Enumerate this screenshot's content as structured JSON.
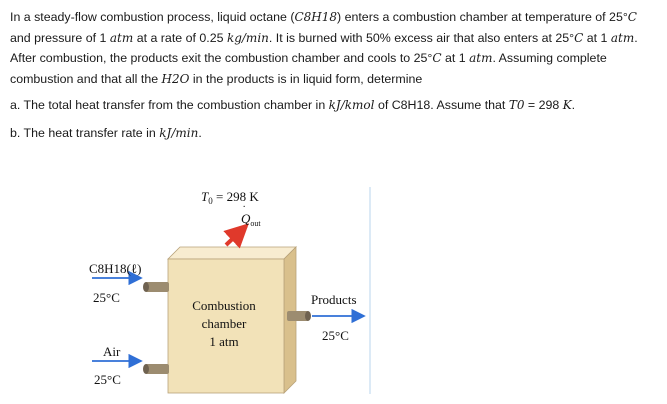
{
  "problem": {
    "paragraph": {
      "t1": "In a steady-flow combustion process, liquid octane (",
      "m_fuel": "C8H18",
      "t2": ") enters a combustion chamber at temperature of 25°",
      "m_c1": "C",
      "t3": " and pressure of 1 ",
      "m_atm1": "atm",
      "t4": " at a rate of 0.25 ",
      "m_rate": "kg/min",
      "t5": ". It is burned with 50% excess air that also enters at 25°",
      "m_c2": "C",
      "t6": " at 1 ",
      "m_atm2": "atm",
      "t7": ". After combustion, the products exit the combustion chamber and cools to 25°",
      "m_c3": "C",
      "t8": " at 1 ",
      "m_atm3": "atm",
      "t9": ". Assuming complete combustion and that all the ",
      "m_h2o": "H2O",
      "t10": " in the products is in liquid form, determine"
    },
    "part_a": {
      "t1": "a. The total heat transfer from the combustion chamber in ",
      "m_unit": "kJ/kmol",
      "t2": " of C8H18. Assume that ",
      "m_t0": "T0",
      "t3": " = 298 ",
      "m_k": "K",
      "t4": "."
    },
    "part_b": {
      "t1": "b. The heat transfer rate in ",
      "m_unit": "kJ/min",
      "t2": "."
    }
  },
  "figure": {
    "t0_label": "T",
    "t0_sub": "0",
    "t0_value": " = 298 K",
    "q_label": "Q",
    "q_sub": "out",
    "fuel_formula": "C8H18(ℓ)",
    "fuel_temp": "25°C",
    "air_label": "Air",
    "air_temp": "25°C",
    "chamber_line1": "Combustion",
    "chamber_line2": "chamber",
    "chamber_line3": "1 atm",
    "products_label": "Products",
    "products_temp": "25°C"
  },
  "colors": {
    "chamber_front": "#f2e2b8",
    "chamber_top": "#f8ecd0",
    "chamber_side": "#d9c08c",
    "heat_arrow": "#e0392b",
    "flow_arrow": "#2f6fd6",
    "pipe": "#8a7b63"
  }
}
